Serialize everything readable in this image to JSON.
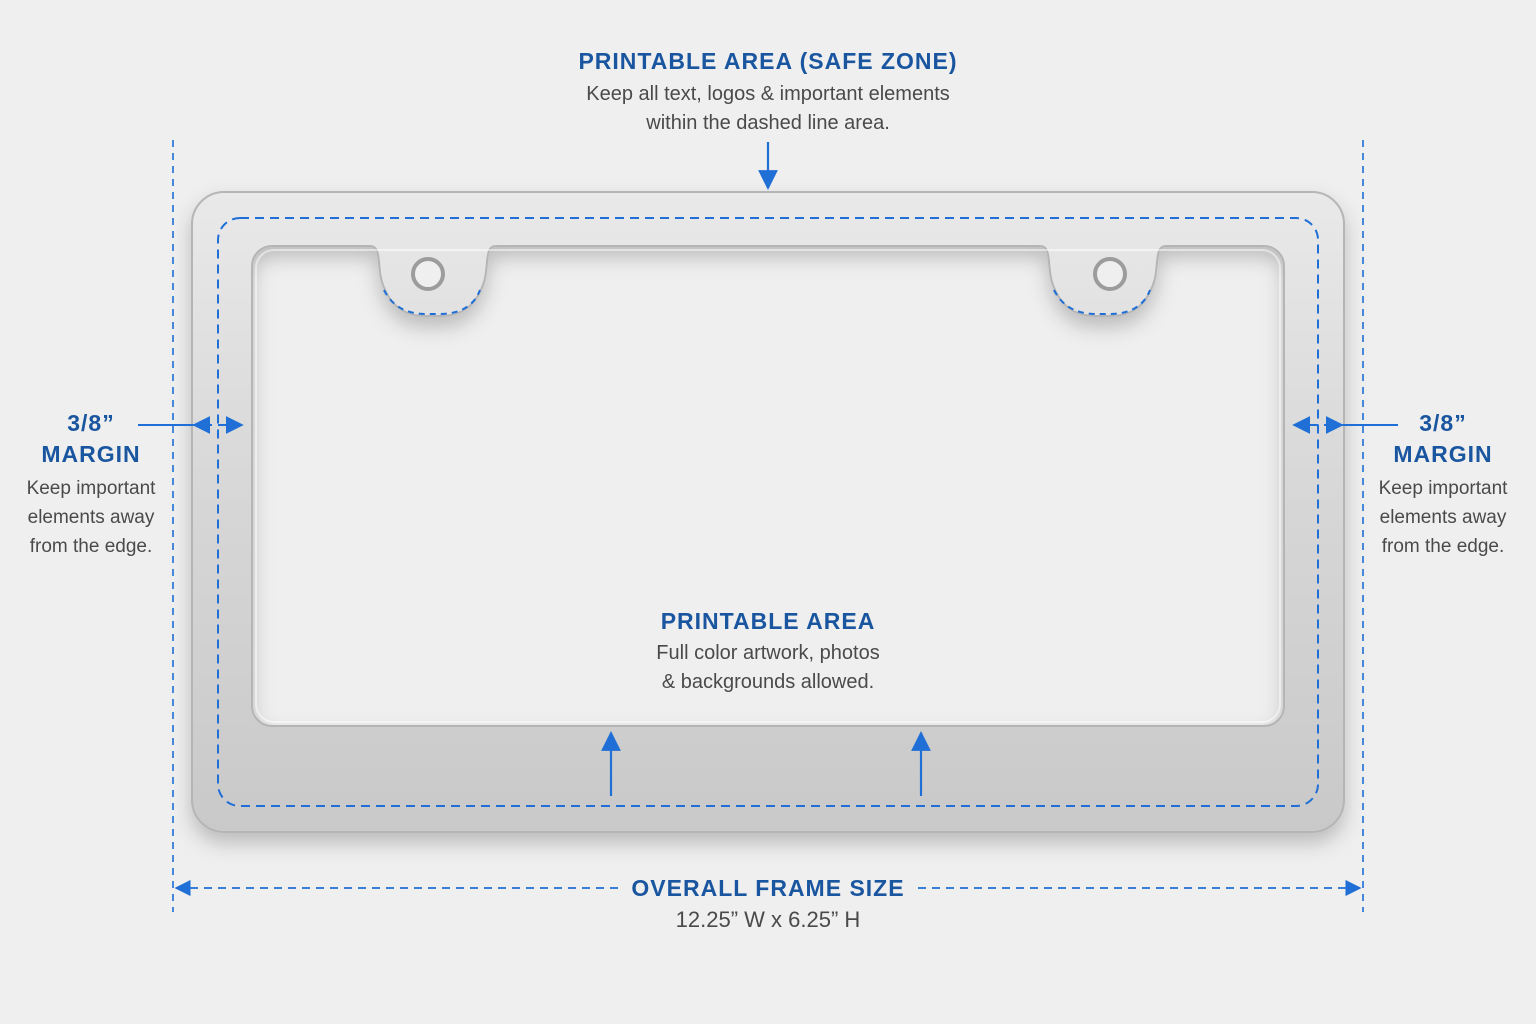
{
  "safe_zone": {
    "heading": "PRINTABLE AREA (SAFE ZONE)",
    "desc_line1": "Keep all text, logos & important elements",
    "desc_line2": "within the dashed line area."
  },
  "printable_area": {
    "heading": "PRINTABLE AREA",
    "desc_line1": "Full color artwork, photos",
    "desc_line2": "& backgrounds allowed."
  },
  "margin_left": {
    "value": "3/8”",
    "heading": "MARGIN",
    "desc_line1": "Keep important",
    "desc_line2": "elements away",
    "desc_line3": "from the edge."
  },
  "margin_right": {
    "value": "3/8”",
    "heading": "MARGIN",
    "desc_line1": "Keep important",
    "desc_line2": "elements away",
    "desc_line3": "from the edge."
  },
  "overall_size": {
    "heading": "OVERALL FRAME SIZE",
    "dimensions": "12.25” W x 6.25” H"
  },
  "colors": {
    "accent": "#1a56a0",
    "guide_line": "#1f6fd6",
    "text": "#4a4a4a",
    "background": "#efefef",
    "frame": "#d4d4d4"
  }
}
